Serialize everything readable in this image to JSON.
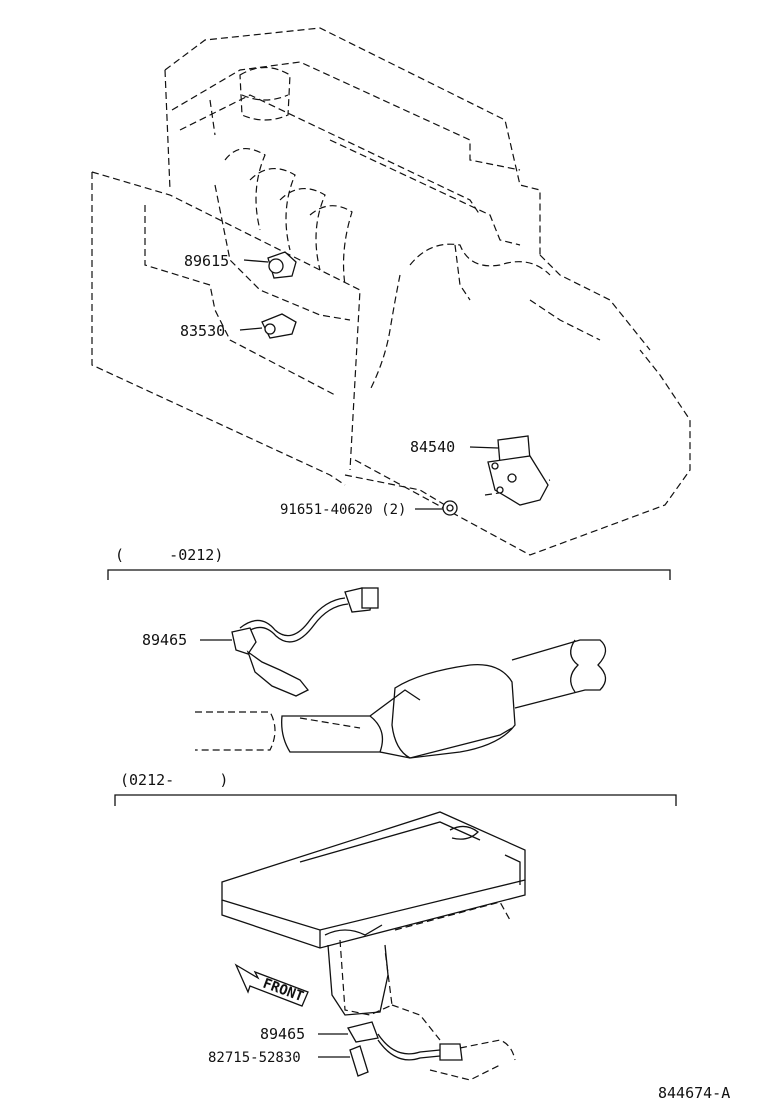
{
  "parts": {
    "p89615": "89615",
    "p83530": "83530",
    "p84540": "84540",
    "p91651": "91651-40620 (2)",
    "p89465_top": "89465",
    "p89465_bottom": "89465",
    "p82715": "82715-52830"
  },
  "sections": {
    "section1": "(     -0212)",
    "section2": "(0212-     )"
  },
  "front_label": "FRONT",
  "figure_id": "844674-A"
}
